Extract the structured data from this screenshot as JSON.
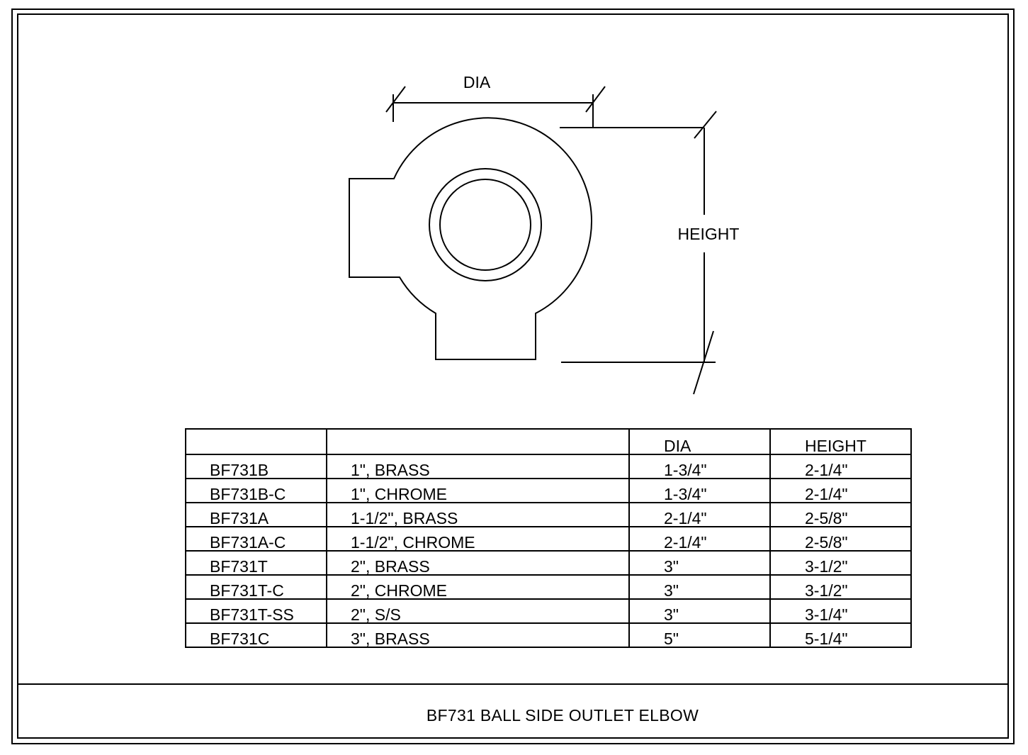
{
  "drawing": {
    "dia_label": "DIA",
    "height_label": "HEIGHT"
  },
  "table": {
    "headers": [
      "",
      "",
      "DIA",
      "HEIGHT"
    ],
    "rows": [
      [
        "BF731B",
        "1\", BRASS",
        "1-3/4\"",
        "2-1/4\""
      ],
      [
        "BF731B-C",
        "1\", CHROME",
        "1-3/4\"",
        "2-1/4\""
      ],
      [
        "BF731A",
        "1-1/2\", BRASS",
        "2-1/4\"",
        "2-5/8\""
      ],
      [
        "BF731A-C",
        "1-1/2\", CHROME",
        "2-1/4\"",
        "2-5/8\""
      ],
      [
        "BF731T",
        "2\", BRASS",
        "3\"",
        "3-1/2\""
      ],
      [
        "BF731T-C",
        "2\", CHROME",
        "3\"",
        "3-1/2\""
      ],
      [
        "BF731T-SS",
        "2\", S/S",
        "3\"",
        "3-1/4\""
      ],
      [
        "BF731C",
        "3\", BRASS",
        "5\"",
        "5-1/4\""
      ]
    ]
  },
  "title_block": {
    "title": "BF731 BALL SIDE OUTLET ELBOW"
  }
}
